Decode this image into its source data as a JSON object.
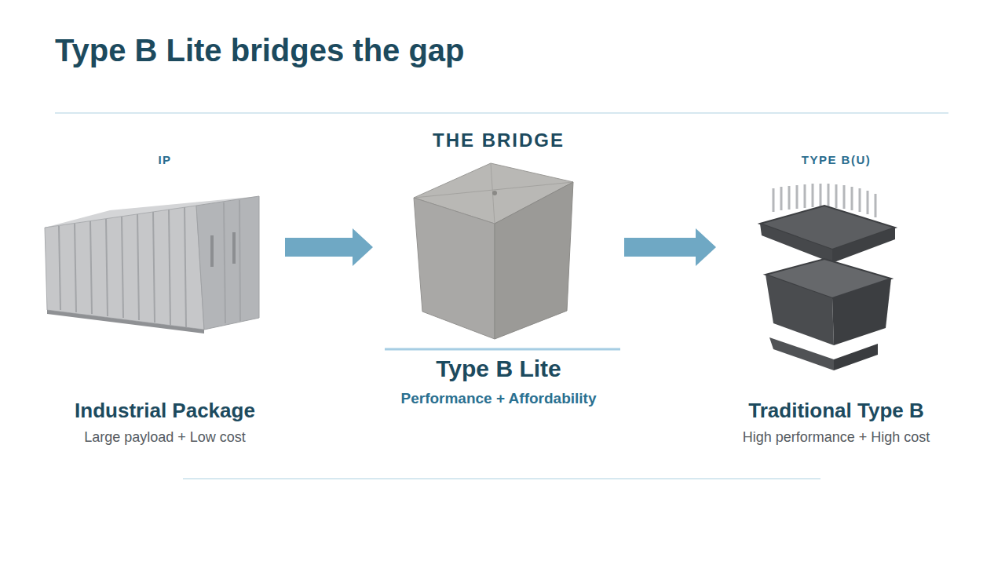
{
  "diagram": {
    "title": "Type B Lite bridges the gap",
    "nodes": [
      {
        "text": [
          "IP",
          "Industrial Package",
          "Large payload + Low cost"
        ]
      },
      {
        "text": [
          "THE BRIDGE",
          "Type B Lite",
          "Performance + Affordability"
        ]
      },
      {
        "text": [
          "TYPE B(U)",
          "Traditional Type B",
          "High performance + High cost"
        ]
      }
    ],
    "edges": [
      {
        "from": 0,
        "to": 1,
        "arrow": "to"
      },
      {
        "from": 1,
        "to": 2,
        "arrow": "to"
      }
    ]
  }
}
